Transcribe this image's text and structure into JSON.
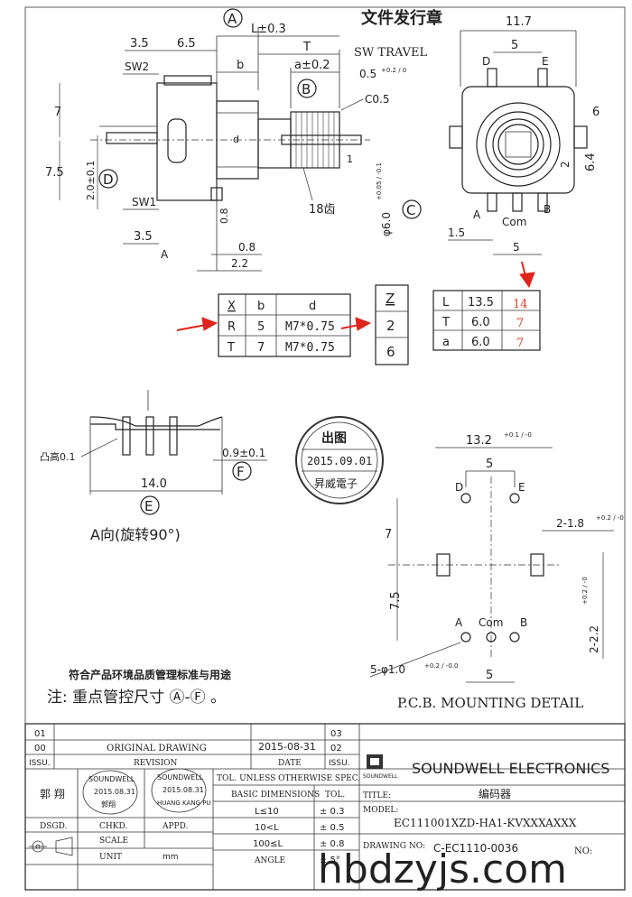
{
  "header": {
    "stamp_title": "文件发行章",
    "sw_travel": "SW TRAVEL"
  },
  "side_view": {
    "dim_L": "L±0.3",
    "dim_3_5_top": "3.5",
    "dim_6_5": "6.5",
    "dim_T": "T",
    "dim_b": "b",
    "dim_a": "a±0.2",
    "dim_0_5": "0.5",
    "dim_0_5_tol": "+0.2 / 0",
    "dim_c0_5": "C0.5",
    "sw2": "SW2",
    "sw1": "SW1",
    "dim_7": "7",
    "dim_7_5": "7.5",
    "dim_2_0": "2.0±0.1",
    "dim_1": "1",
    "dim_d": "d",
    "dim_18": "18齿",
    "dim_phi6": "φ6.0",
    "dim_phi6_tol": "+0.05 / -0.1",
    "dim_3_5_bot": "3.5",
    "label_A": "A",
    "dim_0_8a": "0.8",
    "dim_0_8b": "0.8",
    "dim_2_2": "2.2"
  },
  "callouts": {
    "A": "A",
    "B": "B",
    "C": "C",
    "D": "D",
    "E": "E",
    "F": "F"
  },
  "front_view": {
    "dim_11_7": "11.7",
    "dim_5": "5",
    "pin_D": "D",
    "pin_E": "E",
    "dim_6": "6",
    "dim_6_4": "6.4",
    "dim_2": "2",
    "pin_A": "A",
    "pin_com": "Com",
    "pin_B": "B",
    "dim_1_5": "1.5",
    "dim_5_bot": "5"
  },
  "table_x": {
    "headers": [
      "X",
      "b",
      "d"
    ],
    "rows": [
      [
        "R",
        "5",
        "M7*0.75"
      ],
      [
        "T",
        "7",
        "M7*0.75"
      ]
    ]
  },
  "table_z": {
    "header": "Z",
    "values": [
      "2",
      "6"
    ]
  },
  "table_l": {
    "rows": [
      [
        "L",
        "13.5",
        "14"
      ],
      [
        "T",
        "6.0",
        "7"
      ],
      [
        "a",
        "6.0",
        "7"
      ]
    ]
  },
  "detail_e": {
    "bump": "凸高0.1",
    "dim_0_9": "0.9±0.1",
    "dim_14": "14.0",
    "caption": "A向(旋转90°)"
  },
  "release_stamp": {
    "title": "出图",
    "date": "2015.09.01",
    "company": "昇威電子"
  },
  "pcb": {
    "dim_13_2": "13.2",
    "dim_13_2_tol": "+0.1 / -0",
    "dim_5_top": "5",
    "pin_D": "D",
    "pin_E": "E",
    "dim_2_1_8": "2-1.8",
    "dim_2_1_8_tol": "+0.2 / -0",
    "dim_7": "7",
    "dim_7_5": "7.5",
    "dim_2_2_2": "2-2.2",
    "dim_2_2_2_tol": "+0.2 / -0",
    "pin_A": "A",
    "pin_com": "Com",
    "pin_B": "B",
    "dim_5_phi": "5-φ1.0",
    "dim_5_phi_tol": "+0.2 / -0.0",
    "dim_5_bot": "5",
    "caption": "P.C.B. MOUNTING DETAIL"
  },
  "notes": {
    "line1": "符合产品环境品质管理标准与用途",
    "line2": "注: 重点管控尺寸 Ⓐ-Ⓕ 。"
  },
  "title_block": {
    "rev_01": "01",
    "rev_03": "03",
    "rev_00": "00",
    "rev_00_desc": "ORIGINAL DRAWING",
    "rev_00_date": "2015-08-31",
    "rev_02": "02",
    "col_issu": "ISSU.",
    "col_revision": "REVISION",
    "col_date": "DATE",
    "col_issu2": "ISSU.",
    "logo_small": "SOUNDWELL",
    "company": "SOUNDWELL ELECTRONICS",
    "drawer": "郭 翔",
    "tol_header": "TOL. UNLESS OTHERWISE SPEC.",
    "basic_dims": "BASIC DIMENSIONS",
    "tol_col": "TOL.",
    "tol_rows": [
      [
        "L≤10",
        "± 0.3"
      ],
      [
        "10<L",
        "± 0.5"
      ],
      [
        "100≤L",
        "± 0.8"
      ]
    ],
    "angle": "ANGLE",
    "angle_tol": "± 5°",
    "title_label": "TITLE:",
    "title_value": "编码器",
    "model_label": "MODEL:",
    "model_value": "EC111001XZD-HA1-KVXXXAXXX",
    "dsgd": "DSGD.",
    "chkd": "CHKD.",
    "appd": "APPD.",
    "scale": "SCALE",
    "unit": "UNIT",
    "unit_value": "mm",
    "drawing_no_label": "DRAWING NO:",
    "drawing_no": "C-EC1110-0036",
    "no_label": "NO:",
    "stamp1_top": "SOUNDWELL",
    "stamp1_date": "2015.08.31",
    "stamp1_name": "郭翔",
    "stamp2_top": "SOUNDWELL",
    "stamp2_date": "2015.08.31",
    "stamp2_name": "HUANG KANG PU"
  },
  "watermark": "hbdzyjs.com",
  "colors": {
    "ink": "#222222",
    "arrow_red": "#e0241b",
    "handwritten": "#d9432a"
  }
}
